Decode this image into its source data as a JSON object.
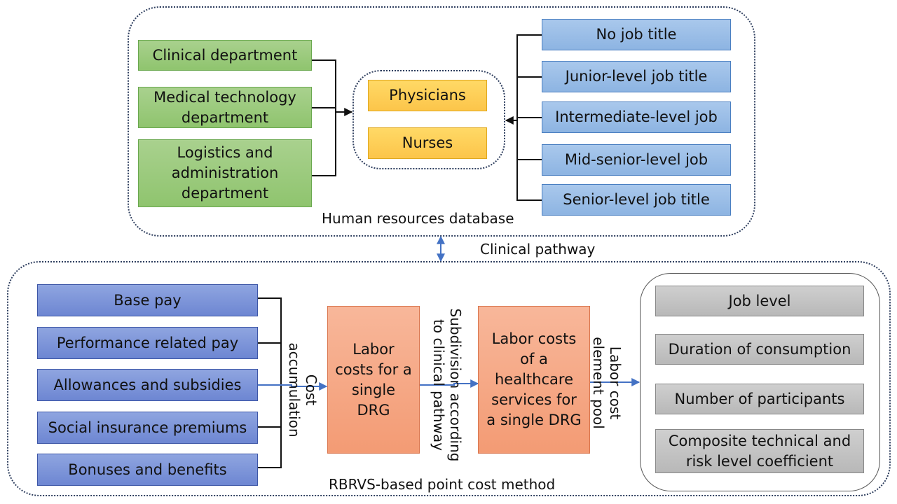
{
  "human_resources": {
    "caption": "Human resources database",
    "departments": [
      "Clinical department",
      "Medical technology department",
      "Logistics and administration department"
    ],
    "staff": [
      "Physicians",
      "Nurses"
    ],
    "job_titles": [
      "No job title",
      "Junior-level job title",
      "Intermediate-level job",
      "Mid-senior-level job",
      "Senior-level job title"
    ]
  },
  "link_label": "Clinical pathway",
  "rbrvs": {
    "caption": "RBRVS-based point cost method",
    "pay_items": [
      "Base pay",
      "Performance related pay",
      "Allowances and subsidies",
      "Social insurance premiums",
      "Bonuses and benefits"
    ],
    "edge_cost_accumulation": "Cost accumulation",
    "drg_box": "Labor costs for a single DRG",
    "edge_subdivision": "Subdivision according to clinical pathway",
    "service_box": "Labor costs of a healthcare services for a single DRG",
    "edge_pool": "Labor cost element pool",
    "elements": [
      "Job level",
      "Duration of consumption",
      "Number of participants",
      "Composite technical and risk level coefficient"
    ]
  },
  "colors": {
    "green": "#a9d18e",
    "yellow": "#ffd966",
    "blue": "#9dc3e6",
    "purple": "#8faadc",
    "orange": "#f4b183",
    "gray": "#c9c9c9",
    "arrow": "#4472c4"
  }
}
